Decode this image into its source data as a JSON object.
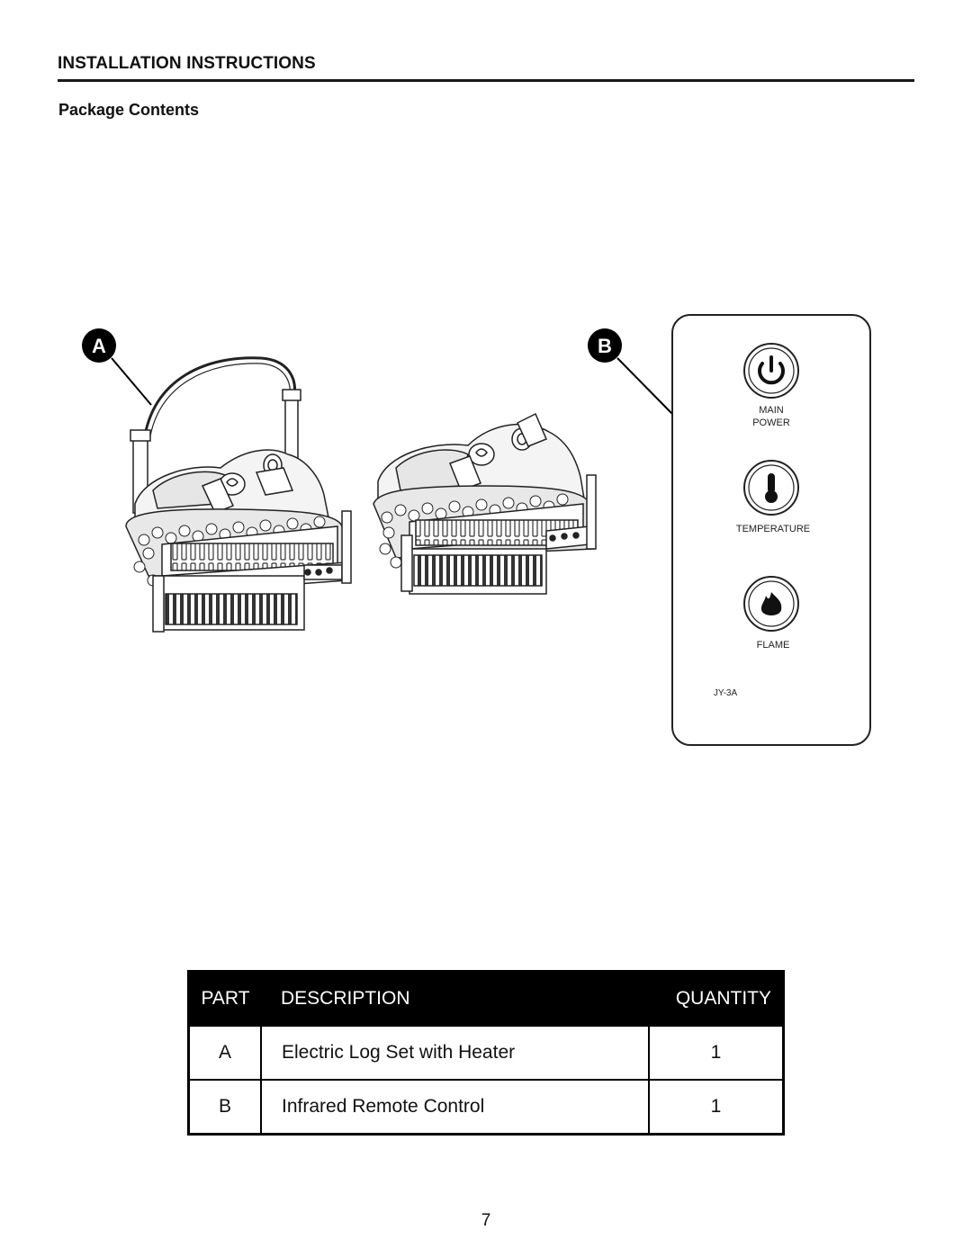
{
  "header": {
    "section_title": "INSTALLATION INSTRUCTIONS",
    "subtitle": "Package Contents"
  },
  "figure": {
    "callout_a": "A",
    "callout_b": "B",
    "remote": {
      "main_power_line1": "MAIN",
      "main_power_line2": "POWER",
      "temperature": "TEMPERATURE",
      "flame": "FLAME",
      "model": "JY-3A",
      "icons": [
        "power-icon",
        "thermometer-icon",
        "flame-icon"
      ]
    }
  },
  "table": {
    "headers": {
      "part": "PART",
      "description": "DESCRIPTION",
      "quantity": "QUANTITY"
    },
    "rows": [
      {
        "part": "A",
        "description": "Electric Log Set with Heater",
        "quantity": "1"
      },
      {
        "part": "B",
        "description": "Infrared Remote Control",
        "quantity": "1"
      }
    ]
  },
  "footer": {
    "page_number": "7"
  }
}
